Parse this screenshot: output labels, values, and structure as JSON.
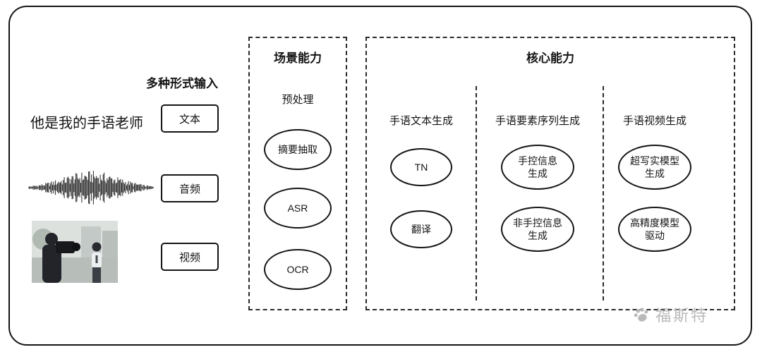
{
  "input": {
    "title": "多种形式输入",
    "sentence": "他是我的手语老师",
    "text_label": "文本",
    "audio_label": "音频",
    "video_label": "视频"
  },
  "scene": {
    "title": "场景能力",
    "stage": "预处理",
    "nodes": [
      {
        "line1": "摘要抽取"
      },
      {
        "line1": "ASR"
      },
      {
        "line1": "OCR"
      }
    ]
  },
  "core": {
    "title": "核心能力",
    "columns": [
      {
        "header": "手语文本生成",
        "nodes": [
          {
            "line1": "TN"
          },
          {
            "line1": "翻译"
          }
        ]
      },
      {
        "header": "手语要素序列生成",
        "nodes": [
          {
            "line1": "手控信息",
            "line2": "生成"
          },
          {
            "line1": "非手控信息",
            "line2": "生成"
          }
        ]
      },
      {
        "header": "手语视频生成",
        "nodes": [
          {
            "line1": "超写实模型",
            "line2": "生成"
          },
          {
            "line1": "高精度模型",
            "line2": "驱动"
          }
        ]
      }
    ]
  },
  "watermark": {
    "text": "福斯特",
    "icon": "paw-icon",
    "color": "#b9b9b9"
  },
  "colors": {
    "line": "#141414",
    "dashed_line": "#2a2a2a",
    "background": "#ffffff"
  }
}
